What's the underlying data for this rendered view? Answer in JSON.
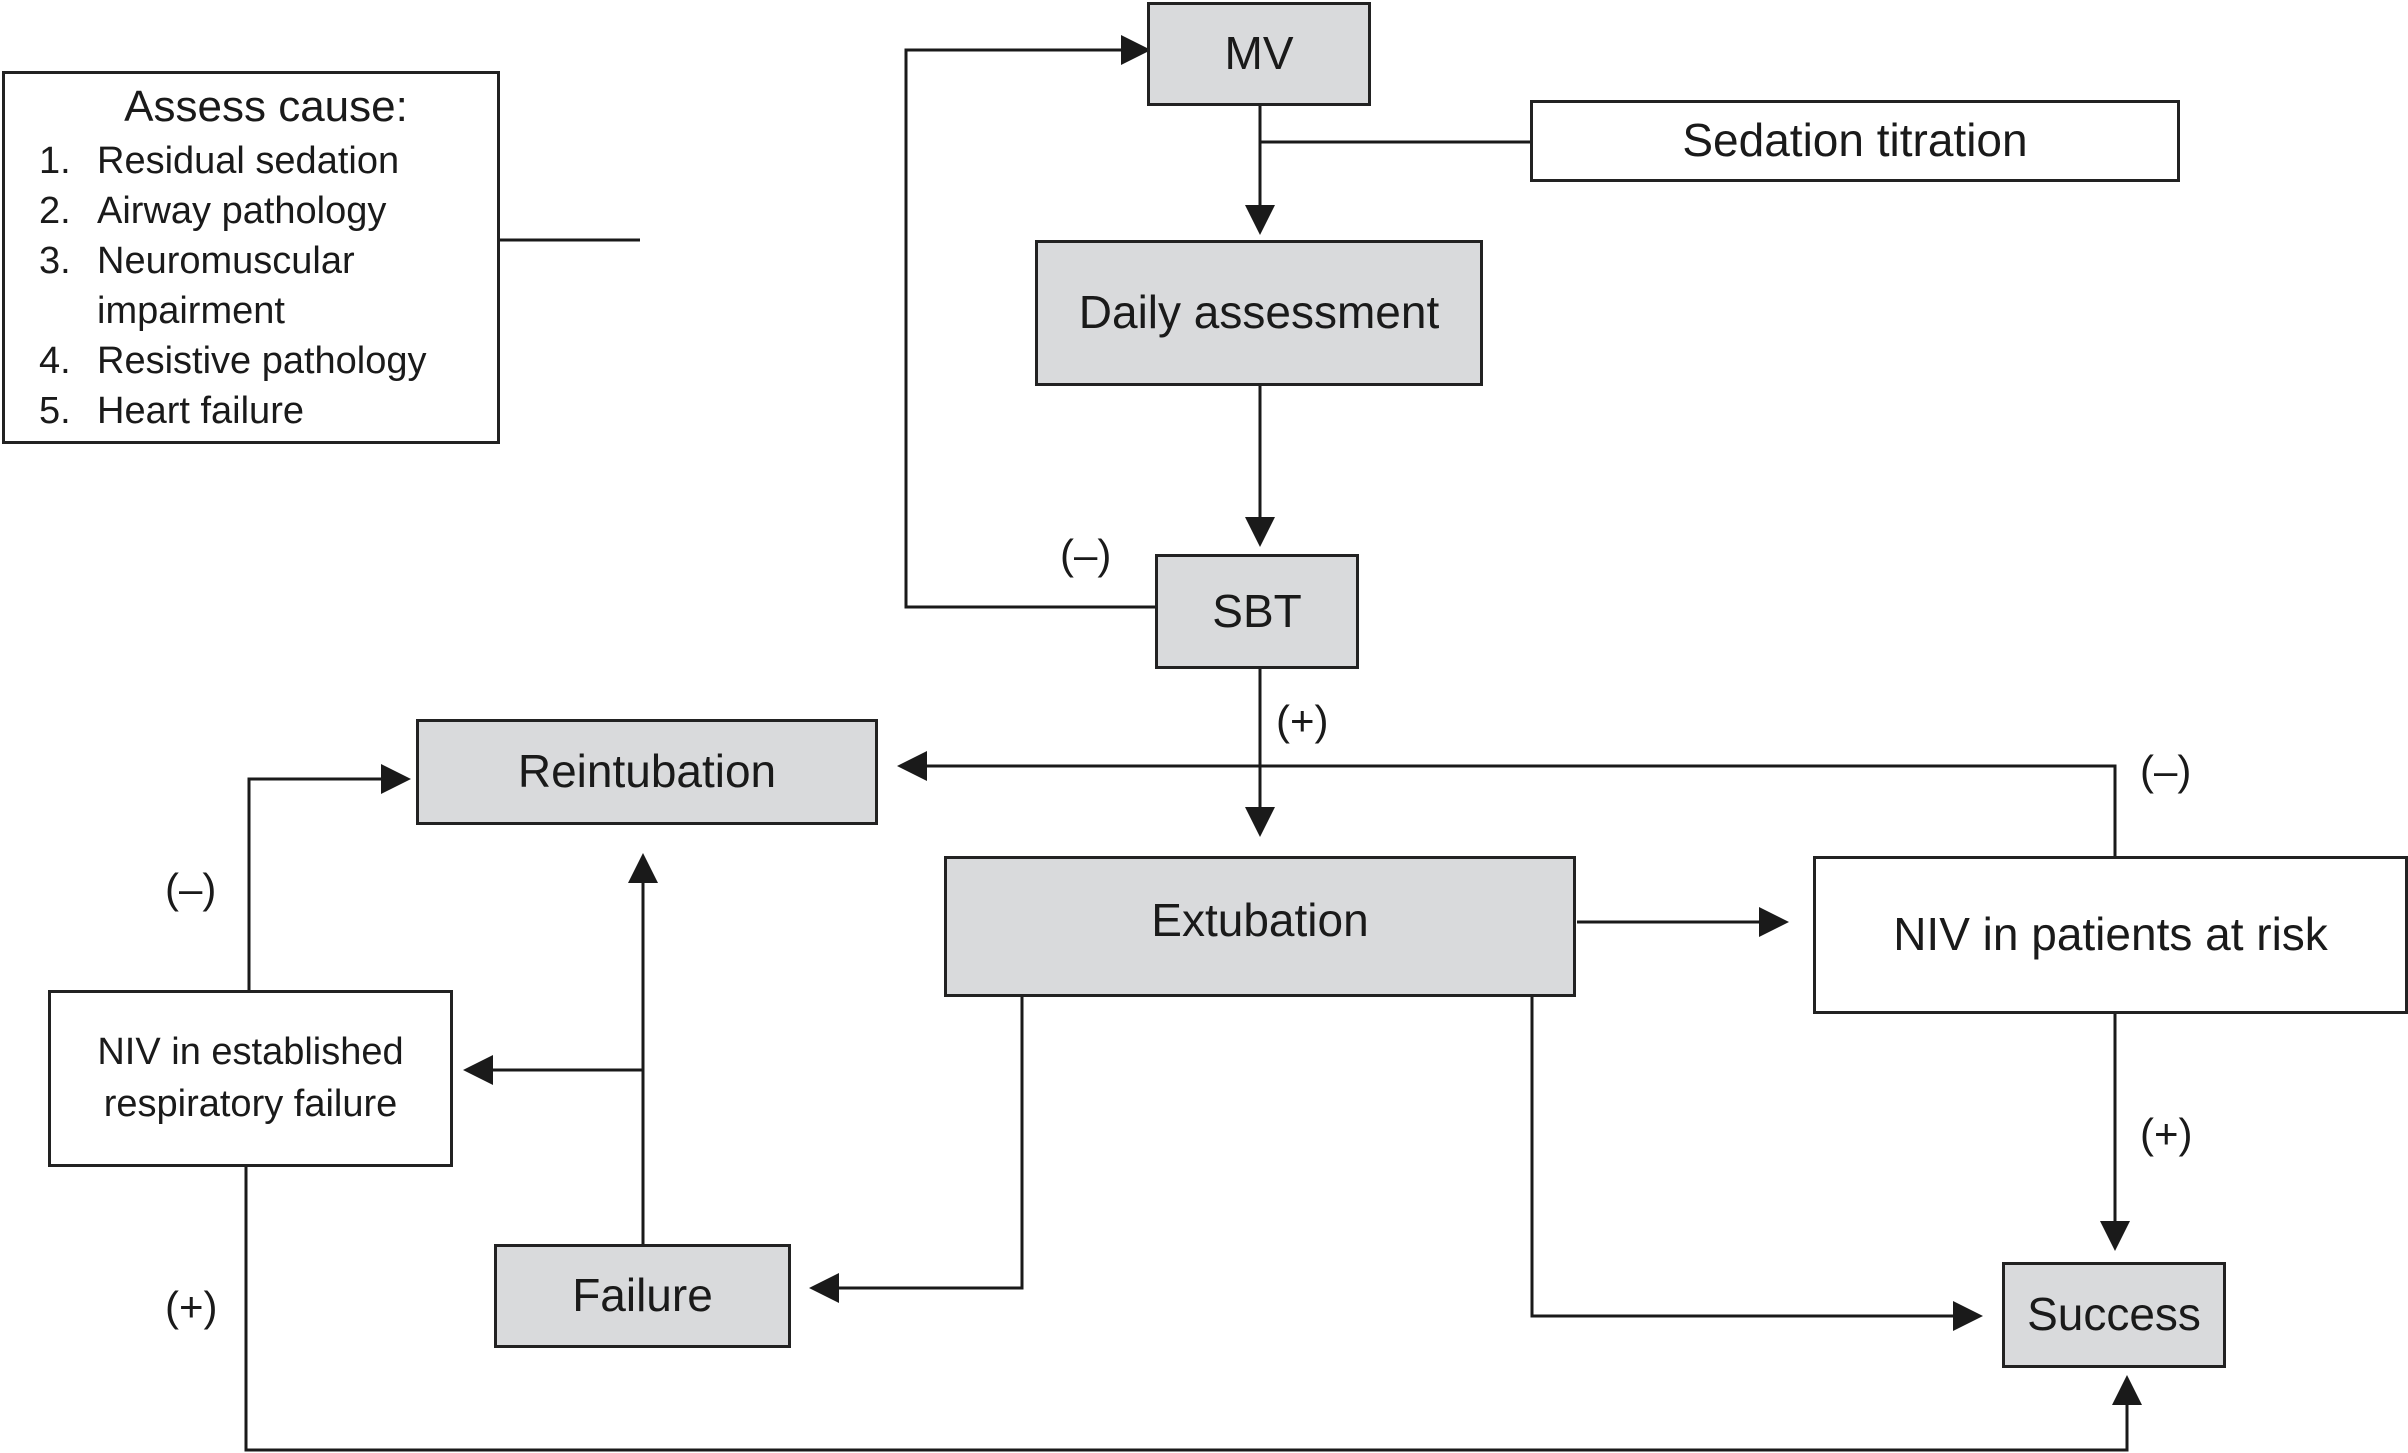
{
  "assess_box": {
    "title": "Assess cause:",
    "items": [
      {
        "num": "1.",
        "text": "Residual sedation"
      },
      {
        "num": "2.",
        "text": "Airway pathology"
      },
      {
        "num": "3.",
        "text": "Neuromuscular impairment"
      },
      {
        "num": "4.",
        "text": "Resistive pathology"
      },
      {
        "num": "5.",
        "text": "Heart failure"
      }
    ]
  },
  "nodes": {
    "mv": "MV",
    "sedation_titration": "Sedation titration",
    "daily_assessment": "Daily assessment",
    "sbt": "SBT",
    "reintubation": "Reintubation",
    "extubation": "Extubation",
    "niv_at_risk": "NIV in patients at risk",
    "niv_established_line1": "NIV in established",
    "niv_established_line2": "respiratory failure",
    "failure": "Failure",
    "success": "Success"
  },
  "edge_labels": {
    "sbt_to_mv": "(–)",
    "sbt_to_extubation": "(+)",
    "niv_risk_to_reintubation": "(–)",
    "niv_established_to_reintubation": "(–)",
    "niv_risk_to_success": "(+)",
    "niv_established_to_success": "(+)"
  },
  "colors": {
    "shaded_box": "#d9dadc",
    "line": "#1a1a1a"
  }
}
